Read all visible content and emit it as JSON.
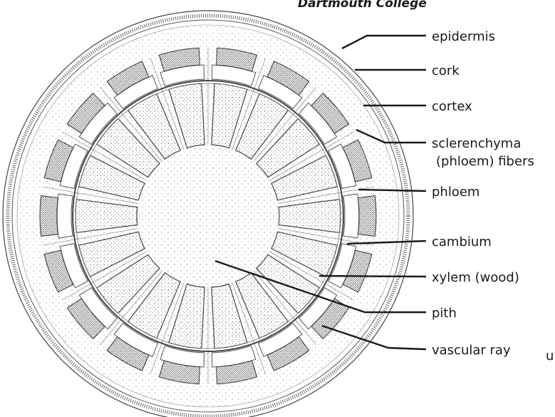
{
  "header_text": "Dartmouth College",
  "corner_text": "u",
  "labels": [
    {
      "id": "epidermis",
      "text": "epidermis"
    },
    {
      "id": "cork",
      "text": "cork"
    },
    {
      "id": "cortex",
      "text": "cortex"
    },
    {
      "id": "sclerenchyma",
      "text": "sclerenchyma"
    },
    {
      "id": "phloem-fibers",
      "text": "(phloem) fibers"
    },
    {
      "id": "phloem",
      "text": "phloem"
    },
    {
      "id": "cambium",
      "text": "cambium"
    },
    {
      "id": "xylem",
      "text": "xylem (wood)"
    },
    {
      "id": "pith",
      "text": "pith"
    },
    {
      "id": "vascular-ray",
      "text": "vascular ray"
    }
  ],
  "diagram": {
    "vascular_bundle_count": 18,
    "colors": {
      "ink": "#1a1a1a",
      "stipple": "#555555",
      "paper": "#ffffff"
    }
  }
}
